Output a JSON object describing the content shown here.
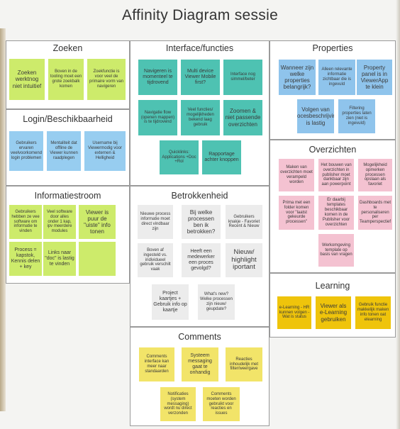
{
  "title": "Affinity Diagram sessie",
  "sections": {
    "zoeken": {
      "title": "Zoeken",
      "notes": [
        "Zoeken werktnog niet intuitief",
        "Boven in de tooling moet een grote zoekbalk komen",
        "Zoekfunctie is voor veel de primaire vorm van navigeren"
      ]
    },
    "login": {
      "title": "Login/Beschikbaarheid",
      "notes": [
        "Gebruikers ervaren veelvoorkomend login problemen",
        "Mentaliteit dat offline de Viewer kunnen raadplegen",
        "Username bij Viewermodig voor externen & Helligheid"
      ]
    },
    "informatiestroom": {
      "title": "Informatiestroom",
      "notes": [
        "Gebruikers hebben ze vee software om informatie te vinden",
        "Veel software door alles onder 1 kap, ipv meerdere modules",
        "Viewer is puur de \"uiste\" info tonen",
        "Process = kapstok, Kennis delen + key",
        "Links naar \"doc\" is lastig te vinden",
        ""
      ]
    },
    "interface": {
      "title": "Interface/functies",
      "notes": [
        "Navigeren is momenteel te tijdrovend",
        "Multi device Viewer Mobile first?",
        "Interface nog simmel/beter",
        "Navigatie flow (openen mappen) is te tijdrovend",
        "Veel functies/ mogelijkheden bekend laag gebruik",
        "Zoomen & niet passende overzichten",
        "Quicklinks: Applications +Doc +Rol",
        "Rapportage achter knoppen"
      ]
    },
    "betrokkenheid": {
      "title": "Betrokkenheid",
      "notes": [
        "Nieuwe process informatie moet direct vindbaar zijn",
        "Bij welke processen ben ik betrokken?",
        "Gebruikers knakje - Favoriet Recent & Nieuw",
        "Boven af ingesteld vs. individueel gebruik verschilt vaak",
        "Heeft een medewerker een proces gevolgd?",
        "Nieuw/ highlight iportant",
        "Project kaartjes + Gebruik info op kaartje",
        "What's new? Welke processen zijn nieuw/ geupdate?"
      ]
    },
    "properties": {
      "title": "Properties",
      "notes": [
        "Wanneer zijn welke properties belangrijk?",
        "Alleen relevante informatie zichtbaar die is ingevuld",
        "Property panel is in ViewerApp te klein",
        "Volgen van procesbeschrijving is lastig",
        "Filtering properties laten zien (niet is ingevuld)"
      ]
    },
    "overzichten": {
      "title": "Overzichten",
      "notes": [
        "Maken van overzichten moet verampeld worden",
        "Het bouwen van overzichten in publisher moet dankbaar zijn aan powerpoint",
        "Mogelijkheid opmerken processen opslaan als favoriet",
        "Prima met een folder komen voor \"laatst gekeurde processen\"",
        "Er daarbij templates beschikbaar komen in de Publisher voor overzichten",
        "Dashboards met te personaliseren per Teamperspectief",
        "Werkomgeving template op basis van vragen"
      ]
    },
    "learning": {
      "title": "Learning",
      "notes": [
        "e-Learning - HR kunnen volgen - Wat is status",
        "Viewer als e-Learning gebruiken",
        "Gebruik functie makkelijk maken info tonen oat elearning"
      ]
    },
    "comments": {
      "title": "Comments",
      "notes": [
        "Comments interface kan meer naar standaarden",
        "Systeem messaging gaat te onhandig",
        "Reacties inhoudelijk met filter/weergave",
        "Notificaties (system messaging) wordt nu direct verzonden",
        "Comments moeten worden gebruikt voor reacties en issues"
      ]
    }
  }
}
